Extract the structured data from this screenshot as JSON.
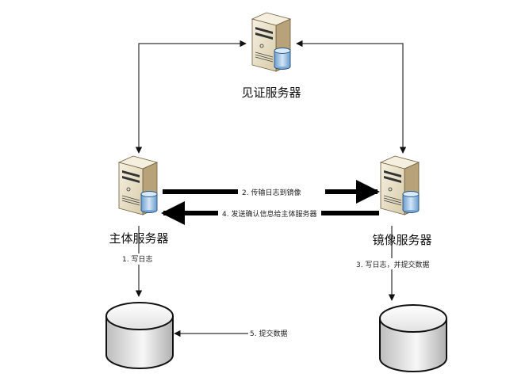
{
  "diagram": {
    "title": "SQL Server Database Mirroring (High Safety with Witness)",
    "nodes": {
      "witness": {
        "label": "见证服务器",
        "icon": "server-with-database-icon"
      },
      "principal": {
        "label": "主体服务器",
        "icon": "server-with-database-icon"
      },
      "mirror": {
        "label": "镜像服务器",
        "icon": "server-with-database-icon"
      },
      "principal_db": {
        "label": "",
        "icon": "database-cylinder-icon"
      },
      "mirror_db": {
        "label": "",
        "icon": "database-cylinder-icon"
      }
    },
    "edges": [
      {
        "id": "witness-principal",
        "from": "witness",
        "to": "principal",
        "label": "",
        "style": "thin",
        "bidirectional": true
      },
      {
        "id": "witness-mirror",
        "from": "witness",
        "to": "mirror",
        "label": "",
        "style": "thin",
        "bidirectional": true
      },
      {
        "id": "step1",
        "from": "principal",
        "to": "principal_db",
        "label": "1. 写日志",
        "style": "thin"
      },
      {
        "id": "step2",
        "from": "principal",
        "to": "mirror",
        "label": "2. 传输日志到镜像",
        "style": "thick"
      },
      {
        "id": "step3",
        "from": "mirror",
        "to": "mirror_db",
        "label": "3. 写日志，并提交数据",
        "style": "thin"
      },
      {
        "id": "step4",
        "from": "mirror",
        "to": "principal",
        "label": "4. 发送确认信息给主体服务器",
        "style": "thick"
      },
      {
        "id": "step5",
        "from": "principal",
        "to": "principal_db",
        "label": "5. 提交数据",
        "style": "thin"
      }
    ],
    "colors": {
      "server_front": "#e9dfc6",
      "server_side": "#b9a47c",
      "server_top": "#f4eedf",
      "db_icon_fill": "#9cc3e6",
      "db_icon_stroke": "#2c5b8a",
      "cylinder_fill": "#e4e4e4",
      "line": "#333333",
      "thick_line": "#000000"
    }
  }
}
